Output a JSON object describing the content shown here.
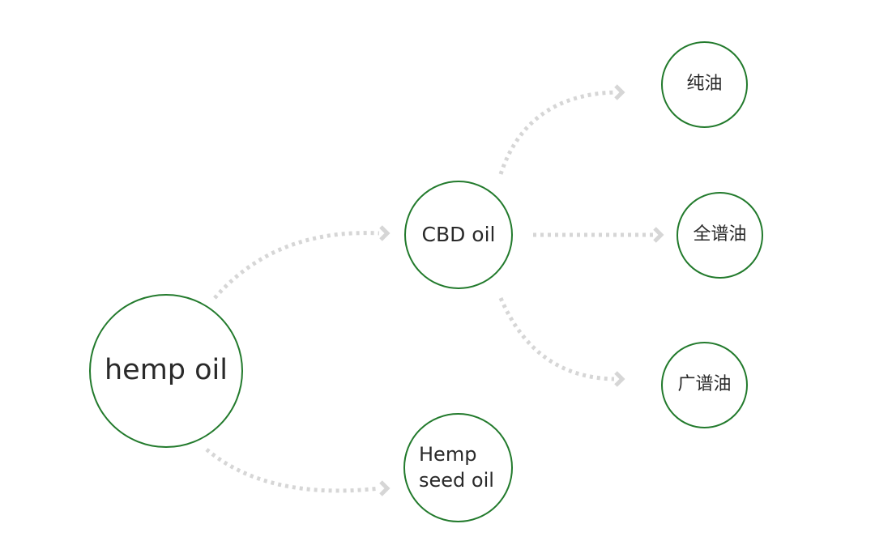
{
  "diagram": {
    "connector_color": "#d6d6d6",
    "node_border_color": "#227a2c",
    "nodes": {
      "hemp_oil": "hemp oil",
      "cbd_oil": "CBD oil",
      "hemp_seed_oil": "Hemp\nseed oil",
      "pure_oil": "纯油",
      "full_spectrum_oil": "全谱油",
      "broad_spectrum_oil": "广谱油"
    },
    "edges": [
      {
        "from": "hemp_oil",
        "to": "cbd_oil"
      },
      {
        "from": "hemp_oil",
        "to": "hemp_seed_oil"
      },
      {
        "from": "cbd_oil",
        "to": "pure_oil"
      },
      {
        "from": "cbd_oil",
        "to": "full_spectrum_oil"
      },
      {
        "from": "cbd_oil",
        "to": "broad_spectrum_oil"
      }
    ]
  }
}
